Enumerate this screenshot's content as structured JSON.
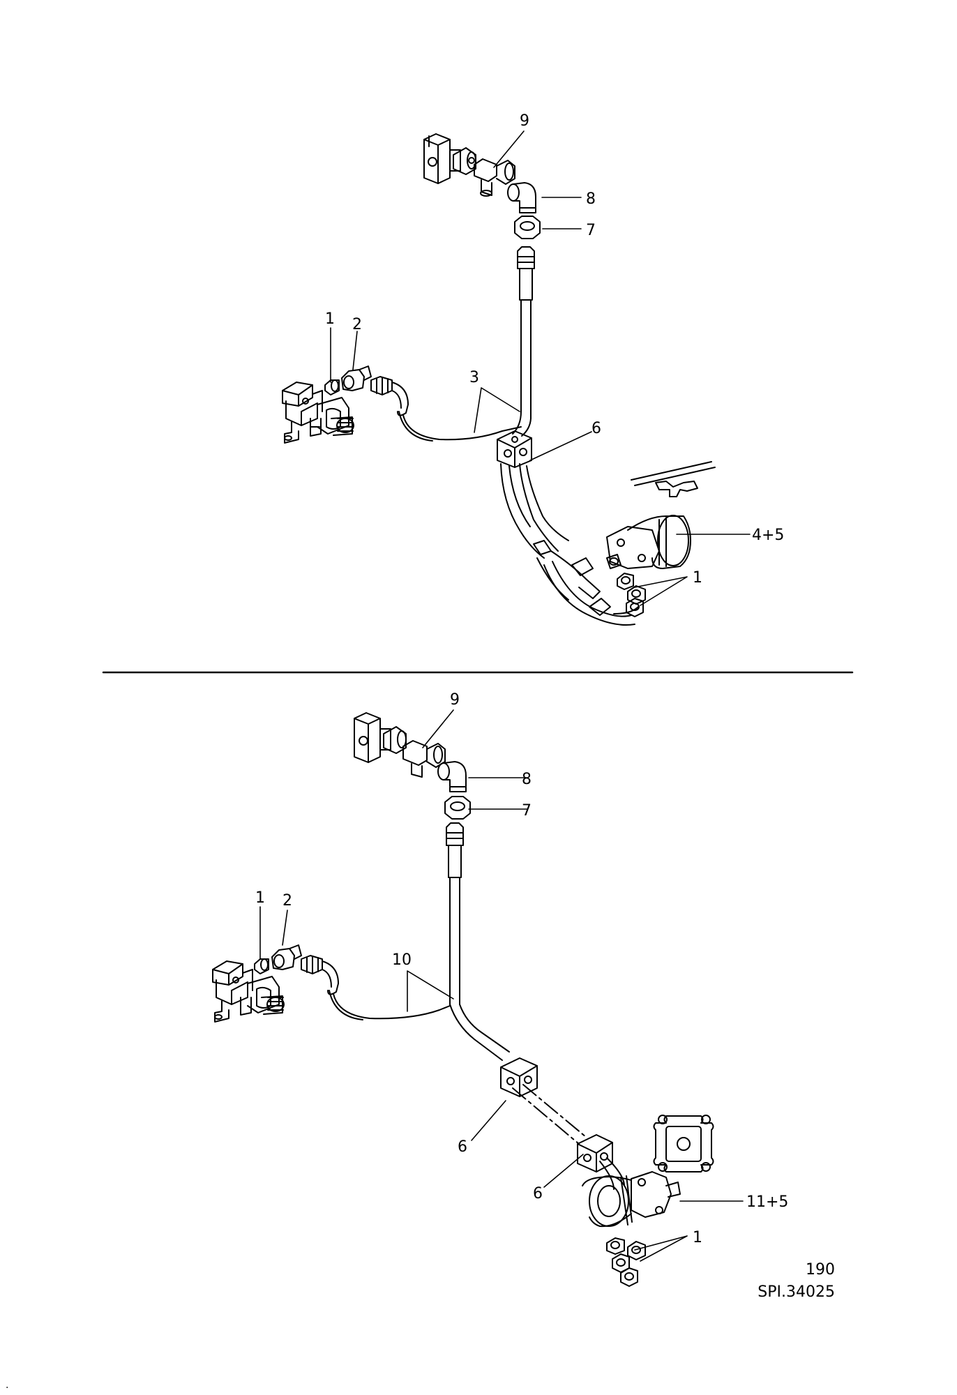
{
  "top_assembly": {
    "callouts": {
      "item_1_valve": "1",
      "item_2": "2",
      "item_3": "3",
      "item_6": "6",
      "item_4_5": "4+5",
      "item_1_motor": "1",
      "item_7": "7",
      "item_8": "8",
      "item_9": "9"
    }
  },
  "bottom_assembly": {
    "callouts": {
      "item_1_valve": "1",
      "item_2": "2",
      "item_10": "10",
      "item_6_upper": "6",
      "item_6_lower": "6",
      "item_11_5": "11+5",
      "item_1_motor": "1",
      "item_7": "7",
      "item_8": "8",
      "item_9": "9"
    }
  },
  "footer": {
    "page_number": "190",
    "drawing_ref": "SPI.34025",
    "corner_mark": "."
  }
}
